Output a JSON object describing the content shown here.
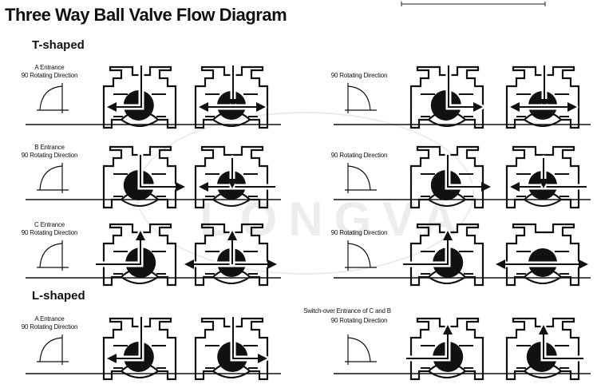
{
  "title": "Three Way Ball Valve  Flow Diagram",
  "sections": {
    "t_shaped": "T-shaped",
    "l_shaped": "L-shaped"
  },
  "rows": [
    {
      "left_label_1": "A Entrance",
      "left_label_2": "90 Rotating Direction",
      "right_label_1": "",
      "right_label_2": "90 Rotating Direction"
    },
    {
      "left_label_1": "B Entrance",
      "left_label_2": "90 Rotating Direction",
      "right_label_1": "",
      "right_label_2": "90 Rotating Direction"
    },
    {
      "left_label_1": "C Entrance",
      "left_label_2": "90 Rotating Direction",
      "right_label_1": "",
      "right_label_2": "90 Rotating Direction"
    },
    {
      "left_label_1": "A Entrance",
      "left_label_2": "90 Rotating Direction",
      "right_label_1": "Switch-over Entrance of C and B",
      "right_label_2": "90 Rotating Direction"
    }
  ],
  "watermark": "LONGVA",
  "colors": {
    "ink": "#111111",
    "watermark": "#e6e6e6"
  }
}
